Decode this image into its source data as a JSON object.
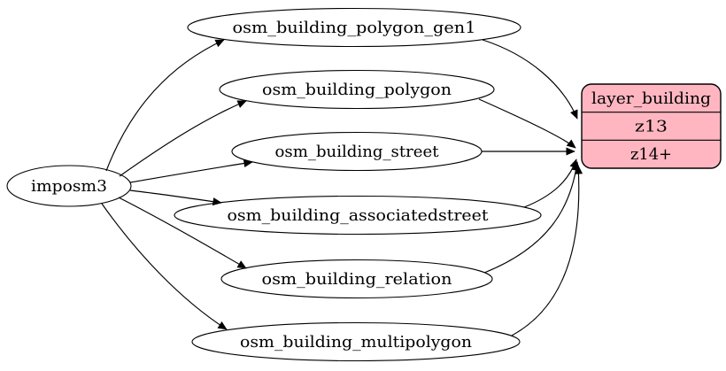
{
  "diagram": {
    "type": "graphviz-flow",
    "background_color": "#ffffff",
    "edge_color": "#000000",
    "source_node": {
      "label": "imposm3",
      "fill": "#ffffff",
      "border": "#000000"
    },
    "table_nodes": [
      {
        "label": "osm_building_polygon_gen1"
      },
      {
        "label": "osm_building_polygon"
      },
      {
        "label": "osm_building_street"
      },
      {
        "label": "osm_building_associatedstreet"
      },
      {
        "label": "osm_building_relation"
      },
      {
        "label": "osm_building_multipolygon"
      }
    ],
    "layer_node": {
      "title": "layer_building",
      "zoom_rows": [
        "z13",
        "z14+"
      ],
      "fill": "#ffb6c1",
      "border": "#000000"
    },
    "edges": [
      {
        "from": "imposm3",
        "to": "osm_building_polygon_gen1"
      },
      {
        "from": "imposm3",
        "to": "osm_building_polygon"
      },
      {
        "from": "imposm3",
        "to": "osm_building_street"
      },
      {
        "from": "imposm3",
        "to": "osm_building_associatedstreet"
      },
      {
        "from": "imposm3",
        "to": "osm_building_relation"
      },
      {
        "from": "imposm3",
        "to": "osm_building_multipolygon"
      },
      {
        "from": "osm_building_polygon_gen1",
        "to": "layer_building:z13"
      },
      {
        "from": "osm_building_polygon",
        "to": "layer_building:z14+"
      },
      {
        "from": "osm_building_street",
        "to": "layer_building:z14+"
      },
      {
        "from": "osm_building_associatedstreet",
        "to": "layer_building:z14+"
      },
      {
        "from": "osm_building_relation",
        "to": "layer_building:z14+"
      },
      {
        "from": "osm_building_multipolygon",
        "to": "layer_building:z14+"
      }
    ]
  }
}
